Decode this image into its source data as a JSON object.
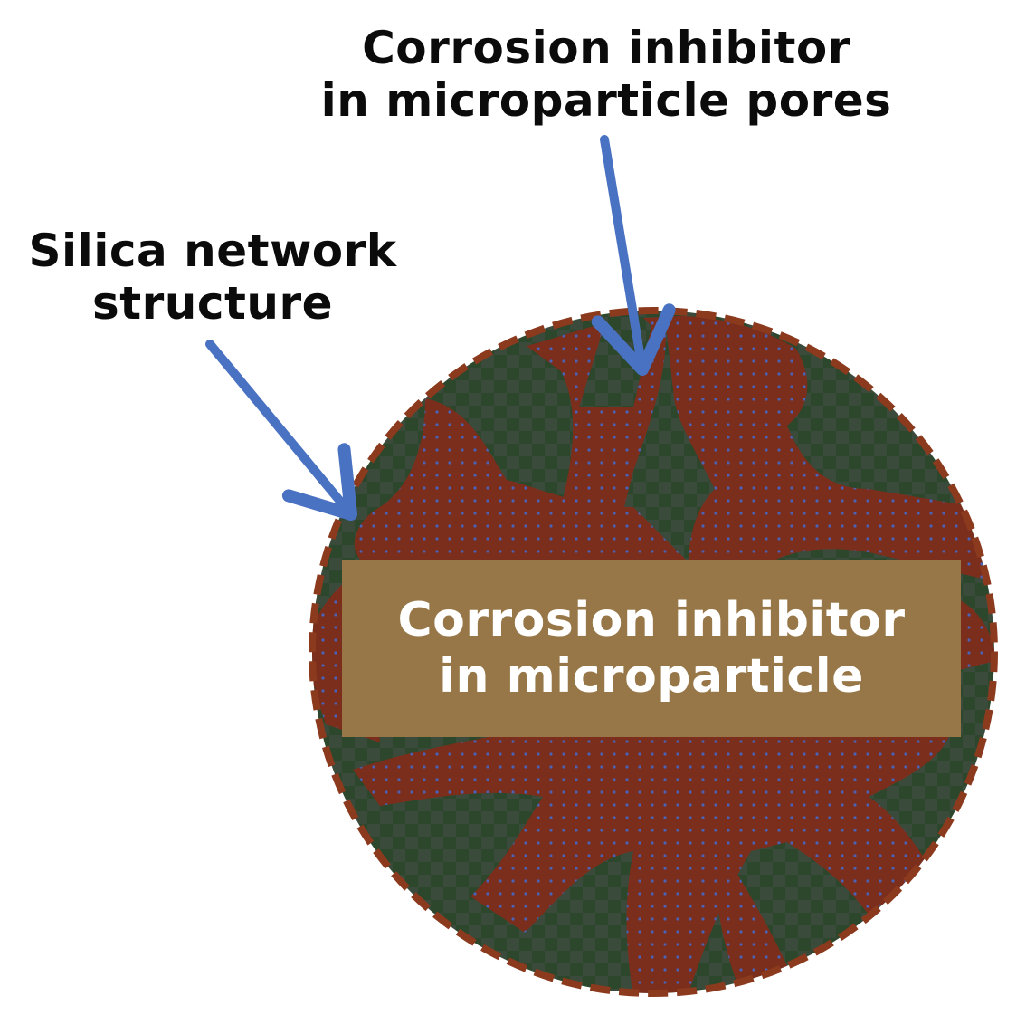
{
  "labels": {
    "pores": [
      "Corrosion inhibitor",
      "in microparticle pores"
    ],
    "silica": [
      "Silica network",
      "structure"
    ],
    "core": [
      "Corrosion inhibitor",
      "in microparticle"
    ]
  },
  "colors": {
    "background": "#ffffff",
    "particle_fill": "#2f4a2e",
    "silica_network": "#7a2e1b",
    "particle_outline": "#8b3a1e",
    "pore_dots": "#4a62b8",
    "arrow": "#4a72c2",
    "core_band": "#977747",
    "label_text": "#0b0b0b",
    "core_text": "#ffffff"
  }
}
